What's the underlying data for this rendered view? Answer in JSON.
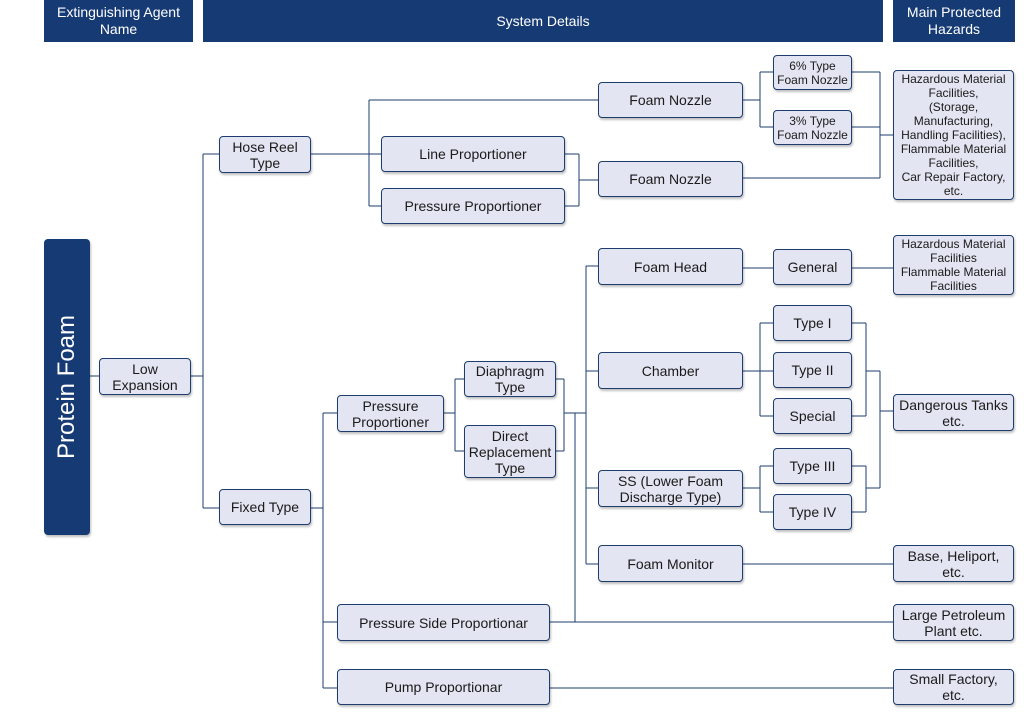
{
  "headers": {
    "agent": "Extinguishing Agent\nName",
    "system": "System Details",
    "hazards": "Main Protected\nHazards"
  },
  "root": "Protein Foam",
  "nodes": {
    "low_expansion": "Low\nExpansion",
    "hose_reel": "Hose Reel\nType",
    "fixed_type": "Fixed Type",
    "line_proportioner": "Line Proportioner",
    "pressure_proportioner_hose": "Pressure Proportioner",
    "foam_nozzle_1": "Foam Nozzle",
    "foam_nozzle_2": "Foam Nozzle",
    "nozzle_6": "6% Type\nFoam Nozzle",
    "nozzle_3": "3% Type\nFoam Nozzle",
    "pressure_proportioner_fixed": "Pressure\nProportioner",
    "diaphragm": "Diaphragm\nType",
    "direct_replacement": "Direct\nReplacement\nType",
    "pressure_side": "Pressure Side Proportionar",
    "pump": "Pump Proportionar",
    "foam_head": "Foam Head",
    "chamber": "Chamber",
    "ss": "SS (Lower Foam\nDischarge Type)",
    "foam_monitor": "Foam Monitor",
    "general": "General",
    "type_1": "Type I",
    "type_2": "Type II",
    "special": "Special",
    "type_3": "Type III",
    "type_4": "Type IV"
  },
  "hazards": {
    "hose": "Hazardous Material\nFacilities,\n(Storage,\nManufacturing,\nHandling Facilities),\nFlammable Material\nFacilities,\nCar Repair Factory,\netc.",
    "head": "Hazardous Material\nFacilities\nFlammable Material\nFacilities",
    "tanks": "Dangerous Tanks\netc.",
    "base": "Base, Heliport,\netc.",
    "petroleum": "Large Petroleum\nPlant etc.",
    "factory": "Small Factory,\netc."
  },
  "colors": {
    "header_bg": "#163a73",
    "node_bg": "#e3e6f2",
    "border": "#1e3d6e"
  }
}
